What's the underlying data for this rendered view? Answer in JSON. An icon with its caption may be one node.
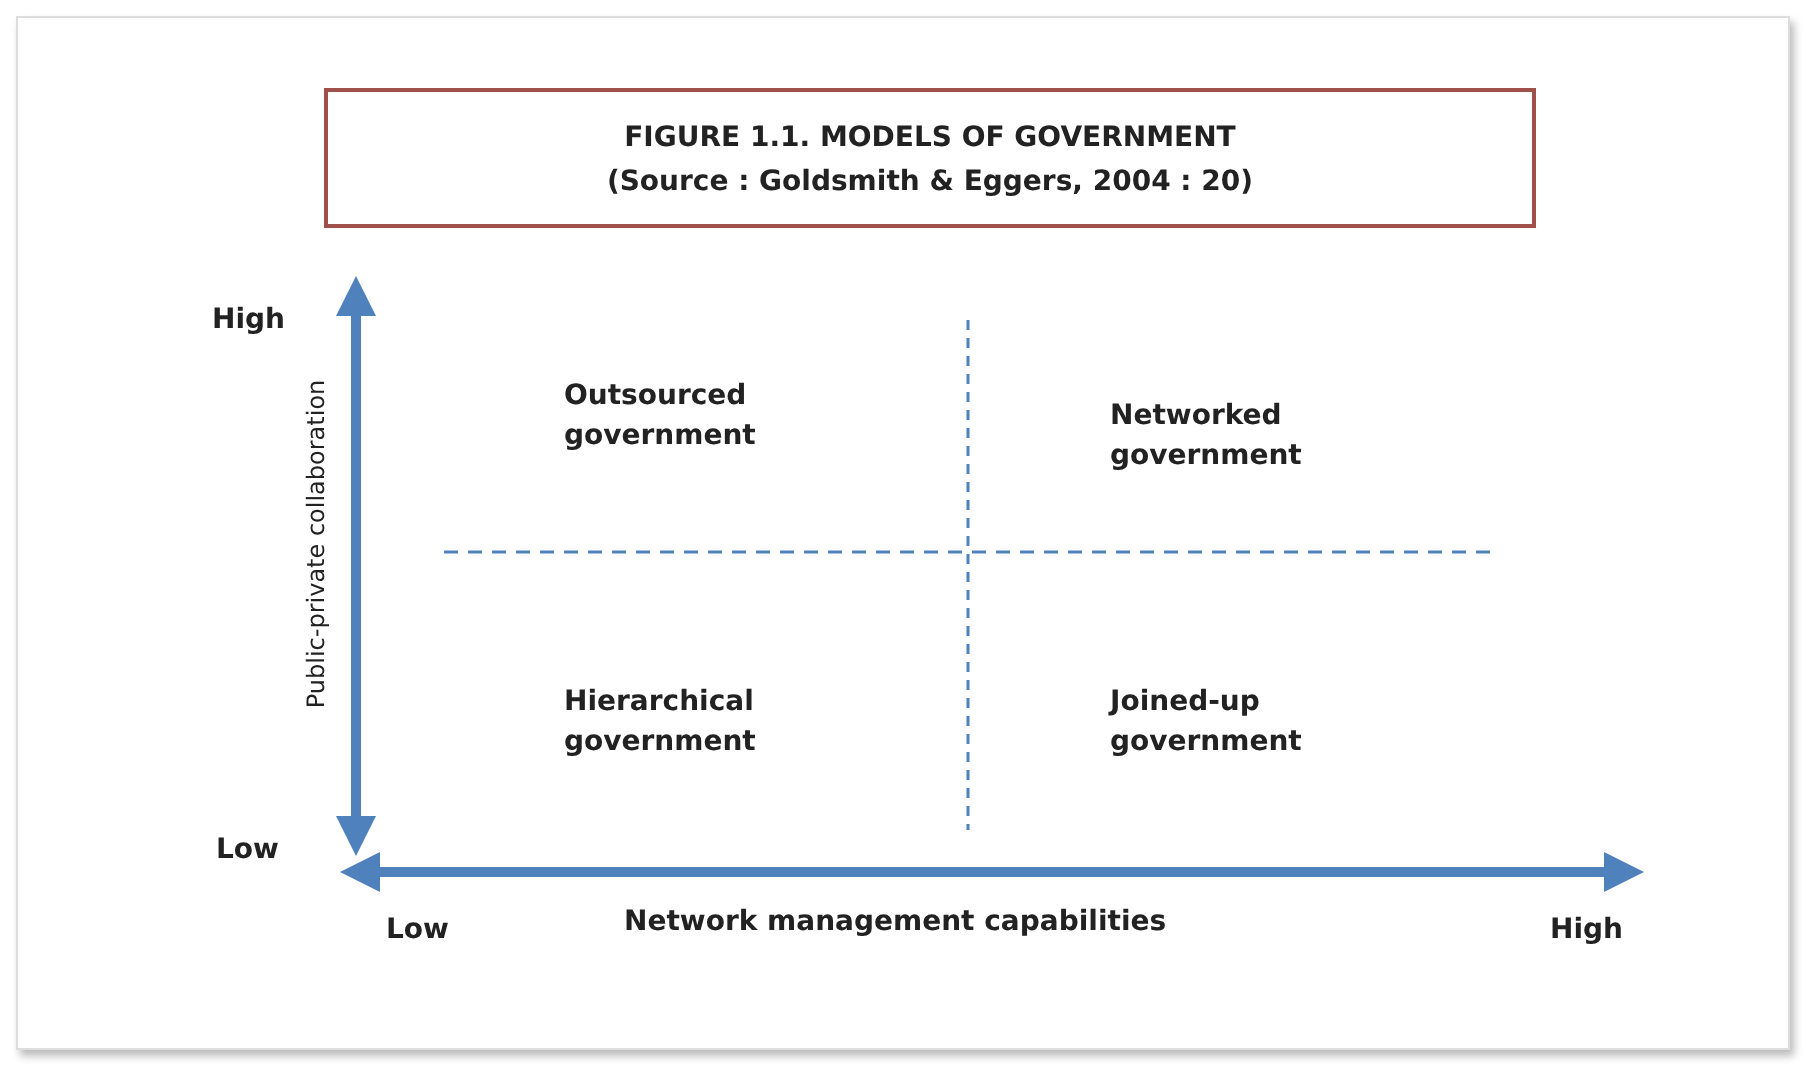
{
  "diagram": {
    "title": "FIGURE 1.1. MODELS OF GOVERNMENT",
    "labels": [
      "(Source : Goldsmith & Eggers, 2004 : 20)",
      "High",
      "Public-private collaboration",
      "Outsourced government",
      "Networked government",
      "Hierarchical government",
      "Joined-up government",
      "Low",
      "Low",
      "Network management capabilities",
      "High"
    ]
  }
}
